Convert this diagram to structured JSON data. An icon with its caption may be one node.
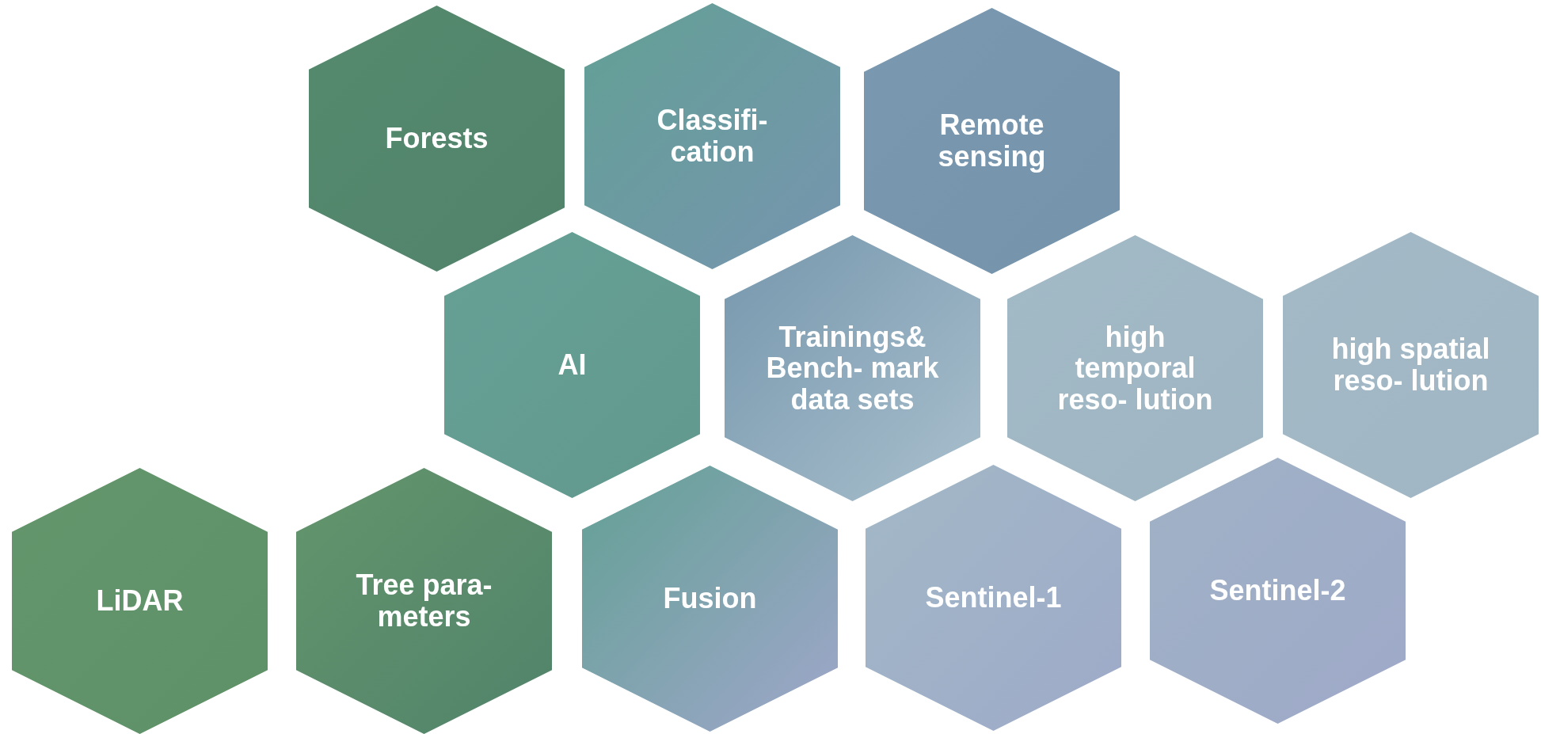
{
  "diagram": {
    "nodes": [
      {
        "text": [
          "Forests"
        ]
      },
      {
        "text": [
          "Classifi- cation"
        ]
      },
      {
        "text": [
          "Remote sensing"
        ]
      },
      {
        "text": [
          "AI"
        ]
      },
      {
        "text": [
          "Trainings& Bench- mark data sets"
        ]
      },
      {
        "text": [
          "high temporal reso- lution"
        ]
      },
      {
        "text": [
          "high spatial reso- lution"
        ]
      },
      {
        "text": [
          "LiDAR"
        ]
      },
      {
        "text": [
          "Tree para- meters"
        ]
      },
      {
        "text": [
          "Fusion"
        ]
      },
      {
        "text": [
          "Sentinel-1"
        ]
      },
      {
        "text": [
          "Sentinel-2"
        ]
      }
    ]
  }
}
